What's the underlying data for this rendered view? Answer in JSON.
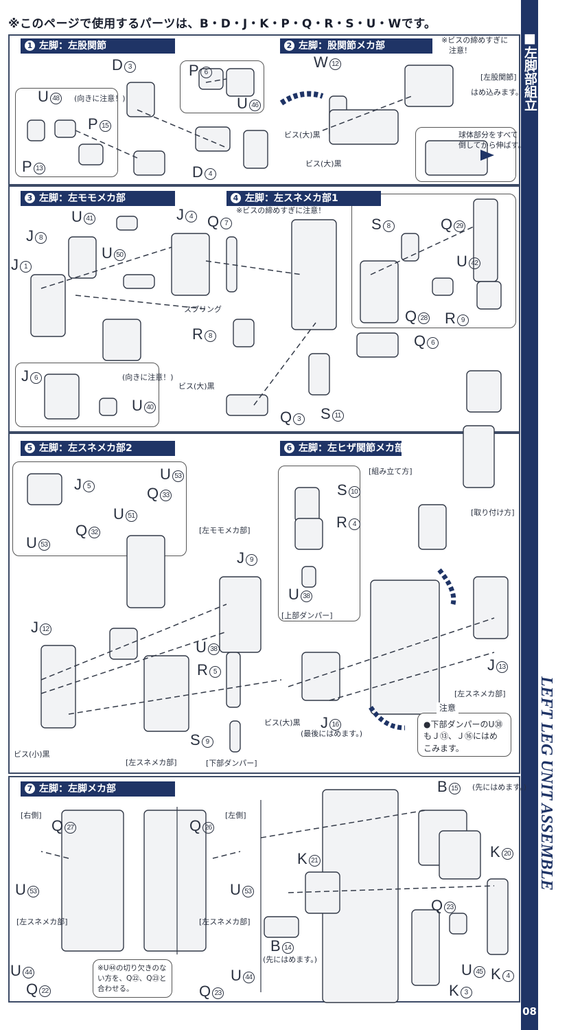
{
  "page_note": "※このページで使用するパーツは、B・D・J・K・P・Q・R・S・U・Wです。",
  "sidebar": {
    "title": "■左脚部組立",
    "english": "LEFT LEG UNIT ASSEMBLE",
    "page_number": "08"
  },
  "steps": [
    {
      "num": "1",
      "title": "左脚：左股関節",
      "parts": [
        [
          "D",
          "3"
        ],
        [
          "P",
          "6"
        ],
        [
          "U",
          "46"
        ],
        [
          "U",
          "48"
        ],
        [
          "P",
          "15"
        ],
        [
          "P",
          "13"
        ],
        [
          "D",
          "4"
        ]
      ],
      "texts": [
        "(向きに注意！)"
      ]
    },
    {
      "num": "2",
      "title": "左脚：股関節メカ部",
      "parts": [
        [
          "W",
          "12"
        ]
      ],
      "texts": [
        "※ビスの締めすぎに\n　注意！",
        "[左股関節]",
        "はめ込みます。",
        "ビス(大)黒",
        "ビス(大)黒",
        "球体部分をすべて\n倒してから伸ばす。"
      ]
    },
    {
      "num": "3",
      "title": "左脚：左モモメカ部",
      "parts": [
        [
          "U",
          "41"
        ],
        [
          "J",
          "4"
        ],
        [
          "J",
          "8"
        ],
        [
          "U",
          "50"
        ],
        [
          "J",
          "1"
        ],
        [
          "J",
          "6"
        ],
        [
          "U",
          "40"
        ]
      ],
      "texts": [
        "(向きに注意！)"
      ]
    },
    {
      "num": "4",
      "title": "左脚：左スネメカ部1",
      "parts": [
        [
          "Q",
          "7"
        ],
        [
          "R",
          "8"
        ],
        [
          "Q",
          "3"
        ],
        [
          "S",
          "11"
        ],
        [
          "Q",
          "6"
        ],
        [
          "S",
          "8"
        ],
        [
          "Q",
          "29"
        ],
        [
          "U",
          "42"
        ],
        [
          "Q",
          "28"
        ],
        [
          "R",
          "9"
        ]
      ],
      "texts": [
        "※ビスの締めすぎに注意！",
        "スプリング",
        "ビス(大)黒"
      ]
    },
    {
      "num": "5",
      "title": "左脚：左スネメカ部2",
      "parts": [
        [
          "J",
          "5"
        ],
        [
          "U",
          "53"
        ],
        [
          "Q",
          "33"
        ],
        [
          "U",
          "51"
        ],
        [
          "Q",
          "32"
        ],
        [
          "U",
          "53"
        ],
        [
          "J",
          "9"
        ],
        [
          "J",
          "12"
        ],
        [
          "U",
          "38"
        ],
        [
          "R",
          "5"
        ],
        [
          "S",
          "9"
        ]
      ],
      "texts": [
        "[左モモメカ部]",
        "ビス(小)黒",
        "[左スネメカ部]",
        "[下部ダンパー]"
      ]
    },
    {
      "num": "6",
      "title": "左脚：左ヒザ関節メカ部",
      "parts": [
        [
          "S",
          "10"
        ],
        [
          "R",
          "4"
        ],
        [
          "U",
          "38"
        ],
        [
          "J",
          "13"
        ],
        [
          "J",
          "16"
        ]
      ],
      "texts": [
        "[組み立て方]",
        "[上部ダンパー]",
        "[取り付け方]",
        "[左スネメカ部]",
        "ビス(大)黒",
        "(最後にはめます。)"
      ],
      "caution": {
        "title": "注意",
        "body": "●下部ダンパーのU㊳\nもＪ⑬、Ｊ⑯にはめ\nこみます。"
      }
    },
    {
      "num": "7",
      "title": "左脚：左脚メカ部",
      "parts": [
        [
          "Q",
          "27"
        ],
        [
          "U",
          "53"
        ],
        [
          "U",
          "44"
        ],
        [
          "Q",
          "22"
        ],
        [
          "Q",
          "26"
        ],
        [
          "U",
          "53"
        ],
        [
          "U",
          "44"
        ],
        [
          "Q",
          "23"
        ],
        [
          "B",
          "15"
        ],
        [
          "K",
          "20"
        ],
        [
          "K",
          "21"
        ],
        [
          "Q",
          "23"
        ],
        [
          "B",
          "14"
        ],
        [
          "U",
          "45"
        ],
        [
          "K",
          "4"
        ],
        [
          "K",
          "3"
        ]
      ],
      "texts": [
        "[右側]",
        "[左スネメカ部]",
        "[左側]",
        "[左スネメカ部]",
        "(先にはめます。)",
        "(先にはめます。)"
      ],
      "caution": {
        "body": "※U㊹の切り欠きのな\nい方を、Q㉒、Q㉓と\n合わせる。"
      }
    }
  ]
}
